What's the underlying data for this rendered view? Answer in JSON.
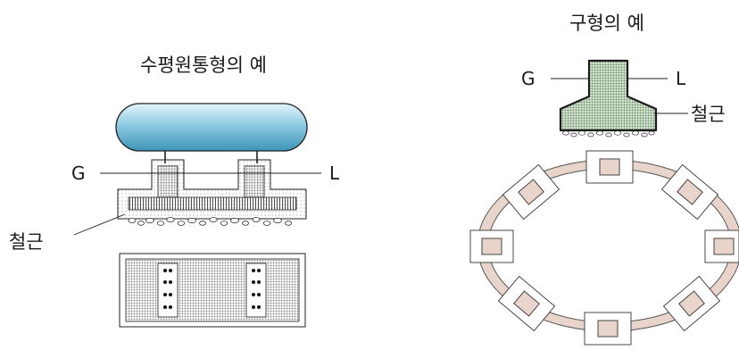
{
  "left_panel": {
    "title": "수평원통형의 예",
    "label_g": "G",
    "label_l": "L",
    "label_rebar": "철근"
  },
  "right_panel": {
    "title": "구형의 예",
    "label_g": "G",
    "label_l": "L",
    "label_rebar": "철근"
  },
  "colors": {
    "tank_fill_top": "#d9f0fb",
    "tank_fill_bottom": "#4aa6c9",
    "footing_fill": "#c9e3c5",
    "ring_fill": "#e8d4cb",
    "pad_fill": "#e8d4cb"
  }
}
